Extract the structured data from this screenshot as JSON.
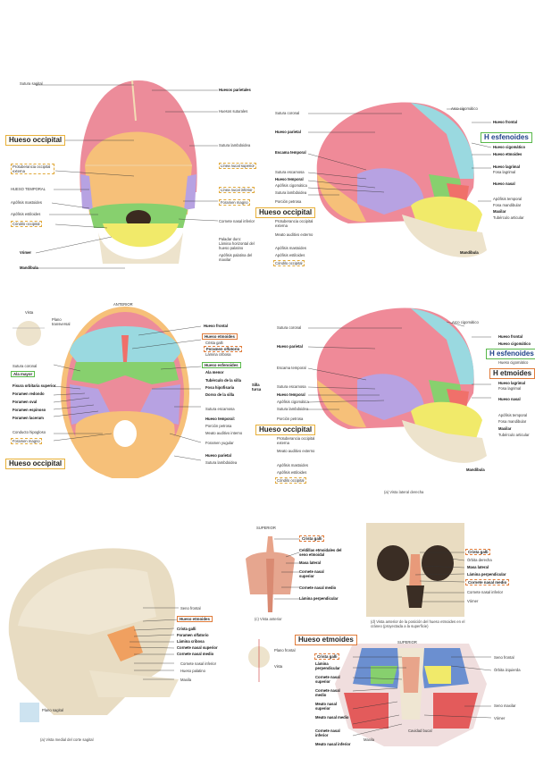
{
  "panel1": {
    "labels": [
      "Sutura sagital",
      "Huesos parietales",
      "Huesos suturales",
      "Sutura lambdoidea",
      "Protuberancia occipital externa",
      "Línea nucal superior",
      "HUESO TEMPORAL",
      "Línea nucal inferior",
      "Apófisis mastoides",
      "Foramen magno",
      "Apófisis estiloides",
      "Cóndilo occipital",
      "Cornete nasal inferior",
      "Paladar duro:",
      "Lámina horizontal del hueso palatino",
      "Vómer",
      "Apófisis palatina del maxilar",
      "Mandíbula"
    ],
    "box_occipital": "Hueso occipital"
  },
  "panel2": {
    "labels": [
      "Sutura coronal",
      "Arco cigomático",
      "Hueso frontal",
      "Hueso parietal",
      "Hueso cigomático",
      "Hueso etmoides",
      "Escama temporal",
      "Hueso lagrimal",
      "Fosa lagrimal",
      "Sutura escamosa",
      "Hueso temporal",
      "Apófisis cigomática",
      "Hueso nasal",
      "Sutura lambdoidea",
      "Apófisis temporal",
      "Fosa mandibular",
      "Porción petrosa",
      "Maxilar",
      "Protuberancia occipital externa",
      "Tubérculo articular",
      "Meato auditivo externo",
      "Apófisis mastoides",
      "Apófisis estiloides",
      "Cóndilo occipital",
      "Mandíbula"
    ],
    "box_esfenoides": "H esfenoides",
    "box_occipital": "Hueso occipital"
  },
  "panel3": {
    "top": "ANTERIOR",
    "inset": [
      "Vista",
      "Plano transversal"
    ],
    "labels_left": [
      "Sutura coronal",
      "Ala mayor",
      "Fisura orbitaria superior",
      "Foramen redondo",
      "Foramen oval",
      "Foramen espinoso",
      "Foramen lacerum",
      "Conducto hipogloso",
      "Foramen magno"
    ],
    "labels_right": [
      "Hueso frontal",
      "Hueso etmoides",
      "Crista galli",
      "Foramen olfatorio",
      "Lámina cribosa",
      "Hueso esfenoides",
      "Ala menor",
      "Tubérculo de la silla",
      "Fosa hipofisaria",
      "Dorso de la silla",
      "Silla turca",
      "Sutura escamosa",
      "Hueso temporal:",
      "Porción petrosa",
      "Meato auditivo interno",
      "Foramen yugular",
      "Hueso parietal",
      "Sutura lambdoidea"
    ],
    "box_occipital": "Hueso occipital"
  },
  "panel4": {
    "labels": [
      "Sutura coronal",
      "Arco cigomático",
      "Hueso frontal",
      "Hueso parietal",
      "Hueso cigomático",
      "Escama temporal",
      "Hueso lagrimal",
      "Fosa lagrimal",
      "Sutura escamosa",
      "Hueso temporal",
      "Apófisis cigomática",
      "Hueso nasal",
      "Sutura lambdoidea",
      "Apófisis temporal",
      "Fosa mandibular",
      "Porción petrosa",
      "Maxilar",
      "Protuberancia occipital externa",
      "Tubérculo articular",
      "Meato auditivo externo",
      "Apófisis mastoides",
      "Apófisis estiloides",
      "Cóndilo occipital",
      "Mandíbula"
    ],
    "box_esfenoides": "H esfenoides",
    "box_etmoides": "H etmoides",
    "box_occipital": "Hueso occipital",
    "caption": "(a) Vista lateral derecha"
  },
  "panel5": {
    "labels": [
      "Seno frontal",
      "Hueso etmoides",
      "Crista galli",
      "Foramen olfatorio",
      "Lámina cribosa",
      "Cornete nasal superior",
      "Cornete nasal medio",
      "Cornete nasal inferior",
      "Hueso palatino",
      "Maxila",
      "Plano sagital"
    ],
    "caption": "(a) Vista medial del corte sagital"
  },
  "panel6": {
    "top": "SUPERIOR",
    "labels": [
      "Crista galli",
      "Celdillas etmoidales del seno etmoidal",
      "Masa lateral",
      "Cornete nasal superior",
      "Cornete nasal medio",
      "Lámina perpendicular"
    ],
    "caption": "(c) Vista anterior"
  },
  "panel7": {
    "labels": [
      "Crista galli",
      "Órbita derecha",
      "Masa lateral",
      "Lámina perpendicular",
      "Cornete nasal medio",
      "Cornete nasal inferior",
      "Vómer"
    ],
    "caption": "(d) Vista anterior de la posición del hueso etmoides en el cráneo (proyectada a la superficie)"
  },
  "panel8": {
    "inset": [
      "Plano frontal",
      "Vista"
    ],
    "box_etmoides": "Hueso etmoides",
    "top": "SUPERIOR",
    "labels_left": [
      "Crista galli",
      "Lámina perpendicular",
      "Cornete nasal superior",
      "Cornete nasal medio",
      "Meato nasal superior",
      "Meato nasal medio",
      "Cornete nasal inferior",
      "Meato nasal inferior"
    ],
    "labels_right": [
      "Seno frontal",
      "Órbita izquierda",
      "Seno maxilar",
      "Vómer"
    ],
    "labels_bottom": [
      "Maxila",
      "Cavidad bucal"
    ]
  }
}
